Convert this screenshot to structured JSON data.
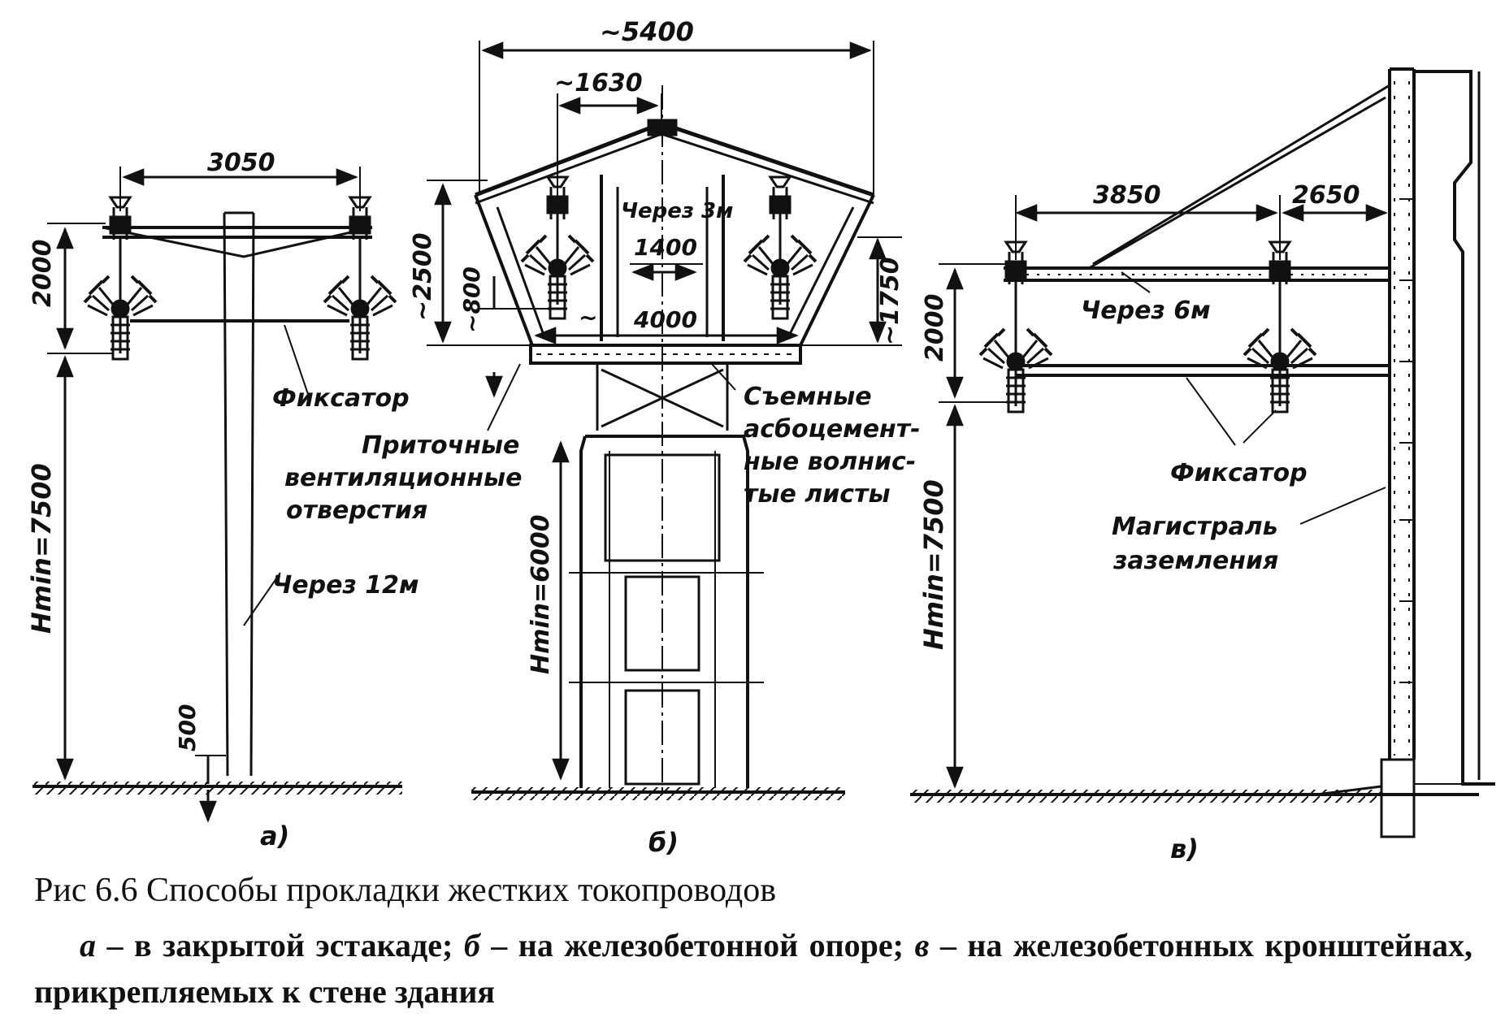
{
  "diagrams": {
    "a": {
      "panel_label": "а)",
      "dim_span": "3050",
      "dim_upper": "2000",
      "dim_height": "Hmin=7500",
      "dim_footing": "500",
      "note_spacing": "Через 12м",
      "label_fixator": "Фиксатор"
    },
    "b": {
      "panel_label": "б)",
      "dim_total_width": "~5400",
      "dim_half_width": "~1630",
      "dim_roof_height": "~2500",
      "dim_inner_height": "~1750",
      "dim_vent_height": "~800",
      "dim_inner_width": "1400",
      "dim_base_width": "4000",
      "dim_base_tilde": "~",
      "dim_height": "Hmin=6000",
      "note_spacing": "Через 3м",
      "label_vents": "Приточные вентиляционные отверстия",
      "label_sheets": "Съемные асбоцементные волнистые листы"
    },
    "c": {
      "panel_label": "в)",
      "dim_left": "3850",
      "dim_right": "2650",
      "dim_upper": "2000",
      "dim_height": "Hmin=7500",
      "note_spacing": "Через 6м",
      "label_fixator": "Фиксатор",
      "label_ground": "Магистраль заземления"
    }
  },
  "caption": {
    "title": "Рис 6.6 Способы прокладки жестких токопроводов",
    "body_a_key": "а",
    "body_a_text": " – в закрытой эстакаде; ",
    "body_b_key": "б",
    "body_b_text": " – на железобетонной опоре; ",
    "body_c_key": "в",
    "body_c_text": " – на железобетонных кронштейнах, прикрепляемых к стене здания"
  }
}
